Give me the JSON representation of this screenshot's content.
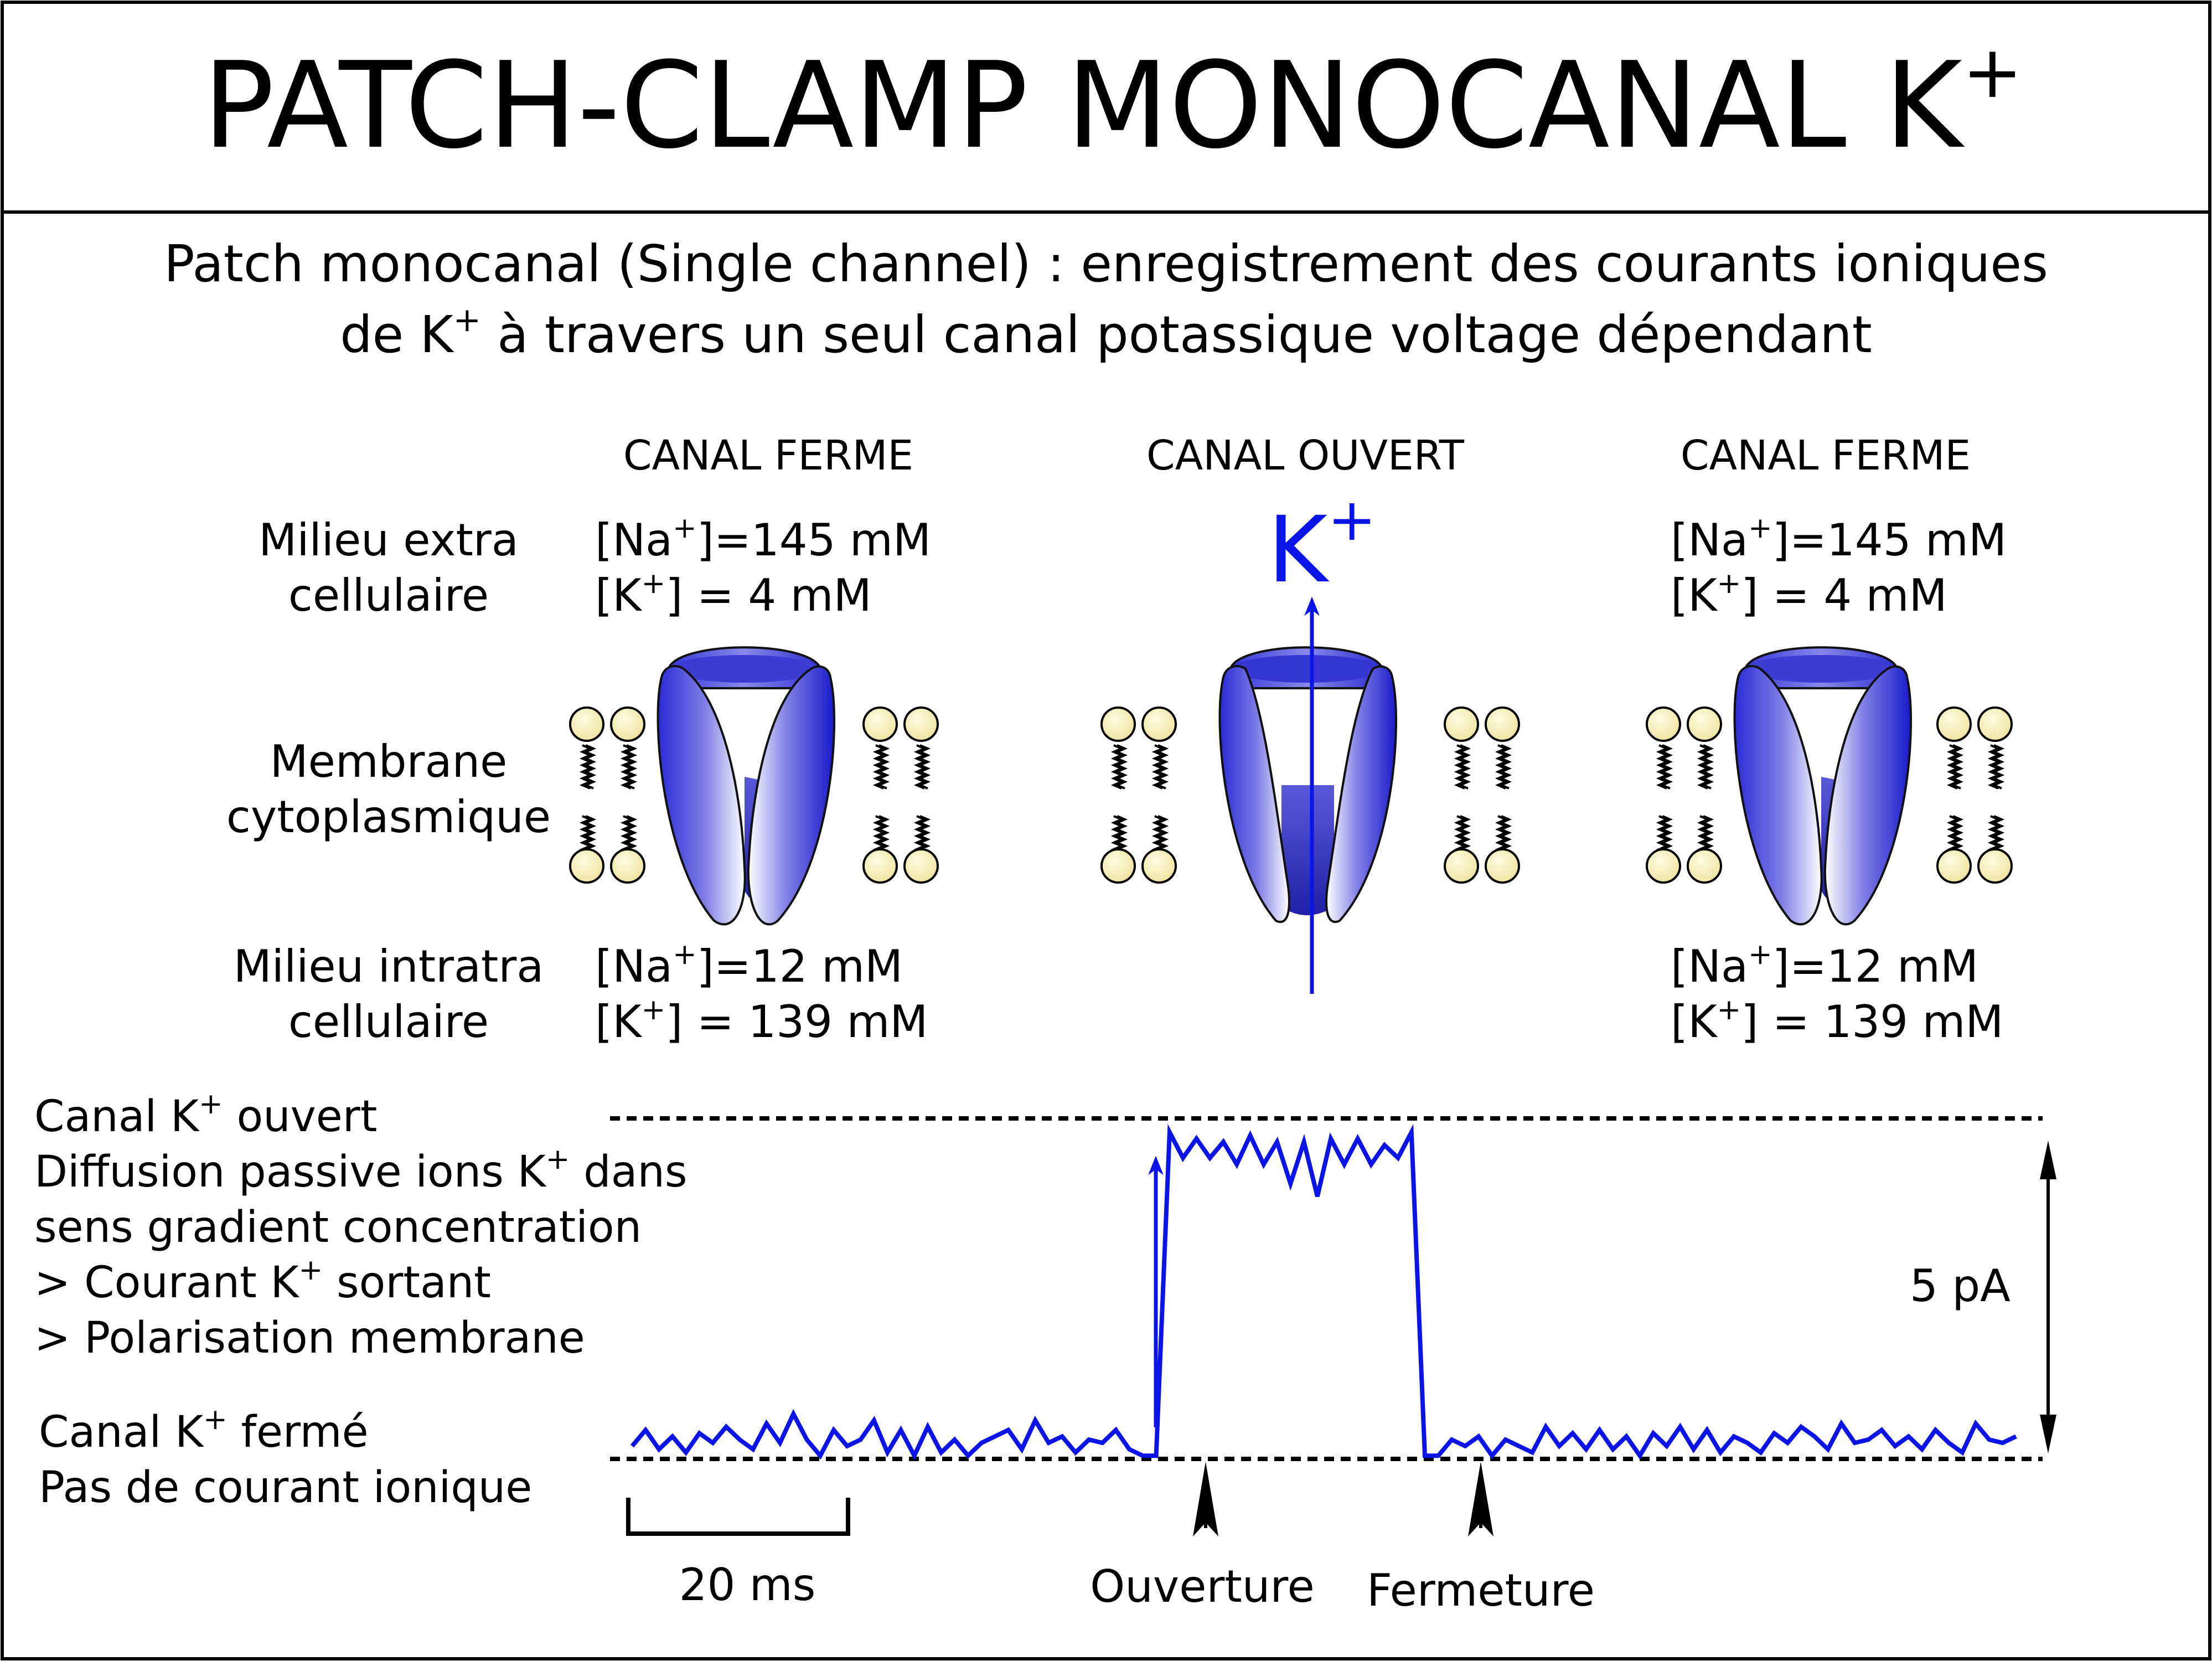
{
  "title": {
    "main": "PATCH-CLAMP MONOCANAL K",
    "sup": "+"
  },
  "subtitle": {
    "line1": "Patch monocanal (Single channel) : enregistrement des courants ioniques",
    "line2_a": "de K",
    "line2_sup": "+",
    "line2_b": " à travers un seul canal potassique voltage dépendant"
  },
  "columns": {
    "left": {
      "header": "CANAL FERME",
      "state": "closed"
    },
    "middle": {
      "header": "CANAL OUVERT",
      "state": "open",
      "ion_label": "K",
      "ion_sup": "+"
    },
    "right": {
      "header": "CANAL FERME",
      "state": "closed"
    }
  },
  "side_labels": {
    "extra_1": "Milieu extra",
    "extra_2": "cellulaire",
    "membrane_1": "Membrane",
    "membrane_2": "cytoplasmique",
    "intra_1": "Milieu intratra",
    "intra_2": "cellulaire"
  },
  "concentrations": {
    "extra_na_a": "[Na",
    "extra_na_sup": "+",
    "extra_na_b": "]=145 mM",
    "extra_k_a": "[K",
    "extra_k_sup": "+",
    "extra_k_b": "] = 4 mM",
    "intra_na_a": "[Na",
    "intra_na_sup": "+",
    "intra_na_b": "]=12 mM",
    "intra_k_a": "[K",
    "intra_k_sup": "+",
    "intra_k_b": "] = 139 mM"
  },
  "trace_labels": {
    "open_state": {
      "l1_a": "Canal K",
      "l1_sup": "+",
      "l1_b": " ouvert",
      "l2_a": "Diffusion passive ions K",
      "l2_sup": "+",
      "l2_b": " dans",
      "l3": "sens gradient concentration",
      "l4_a": "> Courant K",
      "l4_sup": "+",
      "l4_b": " sortant",
      "l5": "> Polarisation membrane"
    },
    "closed_state": {
      "l1_a": "Canal K",
      "l1_sup": "+",
      "l1_b": " fermé",
      "l2": "Pas de courant ionique"
    },
    "amplitude": "5 pA",
    "time_scale": "20 ms",
    "opening": "Ouverture",
    "closing": "Fermeture"
  },
  "colors": {
    "trace": "#0a14e6",
    "channel_dark": "#1a1acc",
    "channel_light": "#ffffff",
    "lipid_head": "#f7f0b4",
    "text": "#000000"
  },
  "chart_data": {
    "type": "line",
    "xlabel": "",
    "ylabel": "",
    "levels": {
      "closed_pA": 0,
      "open_pA": 5
    },
    "time_scale_ms": 20,
    "series": [
      {
        "values_pA": [
          0.2,
          0.45,
          0.15,
          0.35,
          0.1,
          0.4,
          0.25,
          0.5,
          0.3,
          0.15,
          0.55,
          0.25,
          0.7,
          0.3,
          0.05,
          0.45,
          0.2,
          0.3,
          0.6,
          0.1,
          0.45,
          0.05,
          0.5,
          0.1,
          0.3,
          0.05,
          0.25,
          0.35,
          0.45,
          0.15,
          0.6,
          0.25,
          0.35,
          0.1,
          0.3,
          0.25,
          0.45,
          0.15,
          0.05,
          0.05,
          5.0,
          4.6,
          4.9,
          4.6,
          4.85,
          4.5,
          4.95,
          4.5,
          4.85,
          4.2,
          4.85,
          4.0,
          4.9,
          4.5,
          4.9,
          4.5,
          4.8,
          4.6,
          5.0,
          0.05,
          0.05,
          0.3,
          0.2,
          0.35,
          0.05,
          0.3,
          0.2,
          0.1,
          0.5,
          0.2,
          0.4,
          0.15,
          0.45,
          0.15,
          0.35,
          0.05,
          0.4,
          0.2,
          0.5,
          0.15,
          0.45,
          0.1,
          0.35,
          0.25,
          0.1,
          0.4,
          0.25,
          0.5,
          0.35,
          0.15,
          0.55,
          0.25,
          0.3,
          0.45,
          0.2,
          0.35,
          0.15,
          0.45,
          0.25,
          0.1,
          0.55,
          0.3,
          0.25,
          0.35
        ]
      }
    ],
    "events": [
      "Ouverture",
      "Fermeture"
    ]
  }
}
